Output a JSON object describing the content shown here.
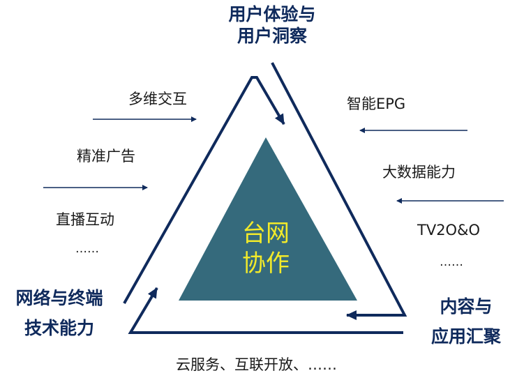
{
  "colors": {
    "navy": "#0f2a5c",
    "inner_fill": "#356a7c",
    "core_text": "#f2ea2a",
    "text": "#1a1a1a"
  },
  "top_heading": {
    "line1": "用户体验与",
    "line2": "用户洞察"
  },
  "core": {
    "line1": "台网",
    "line2": "协作"
  },
  "left_items": [
    "多维交互",
    "精准广告",
    "直播互动",
    "……"
  ],
  "right_items": [
    "智能EPG",
    "大数据能力",
    "TV2O&O",
    "……"
  ],
  "left_heading": {
    "line1": "网络与终端",
    "line2": "技术能力"
  },
  "right_heading": {
    "line1": "内容与",
    "line2": "应用汇聚"
  },
  "bottom_text": "云服务、互联开放、……"
}
